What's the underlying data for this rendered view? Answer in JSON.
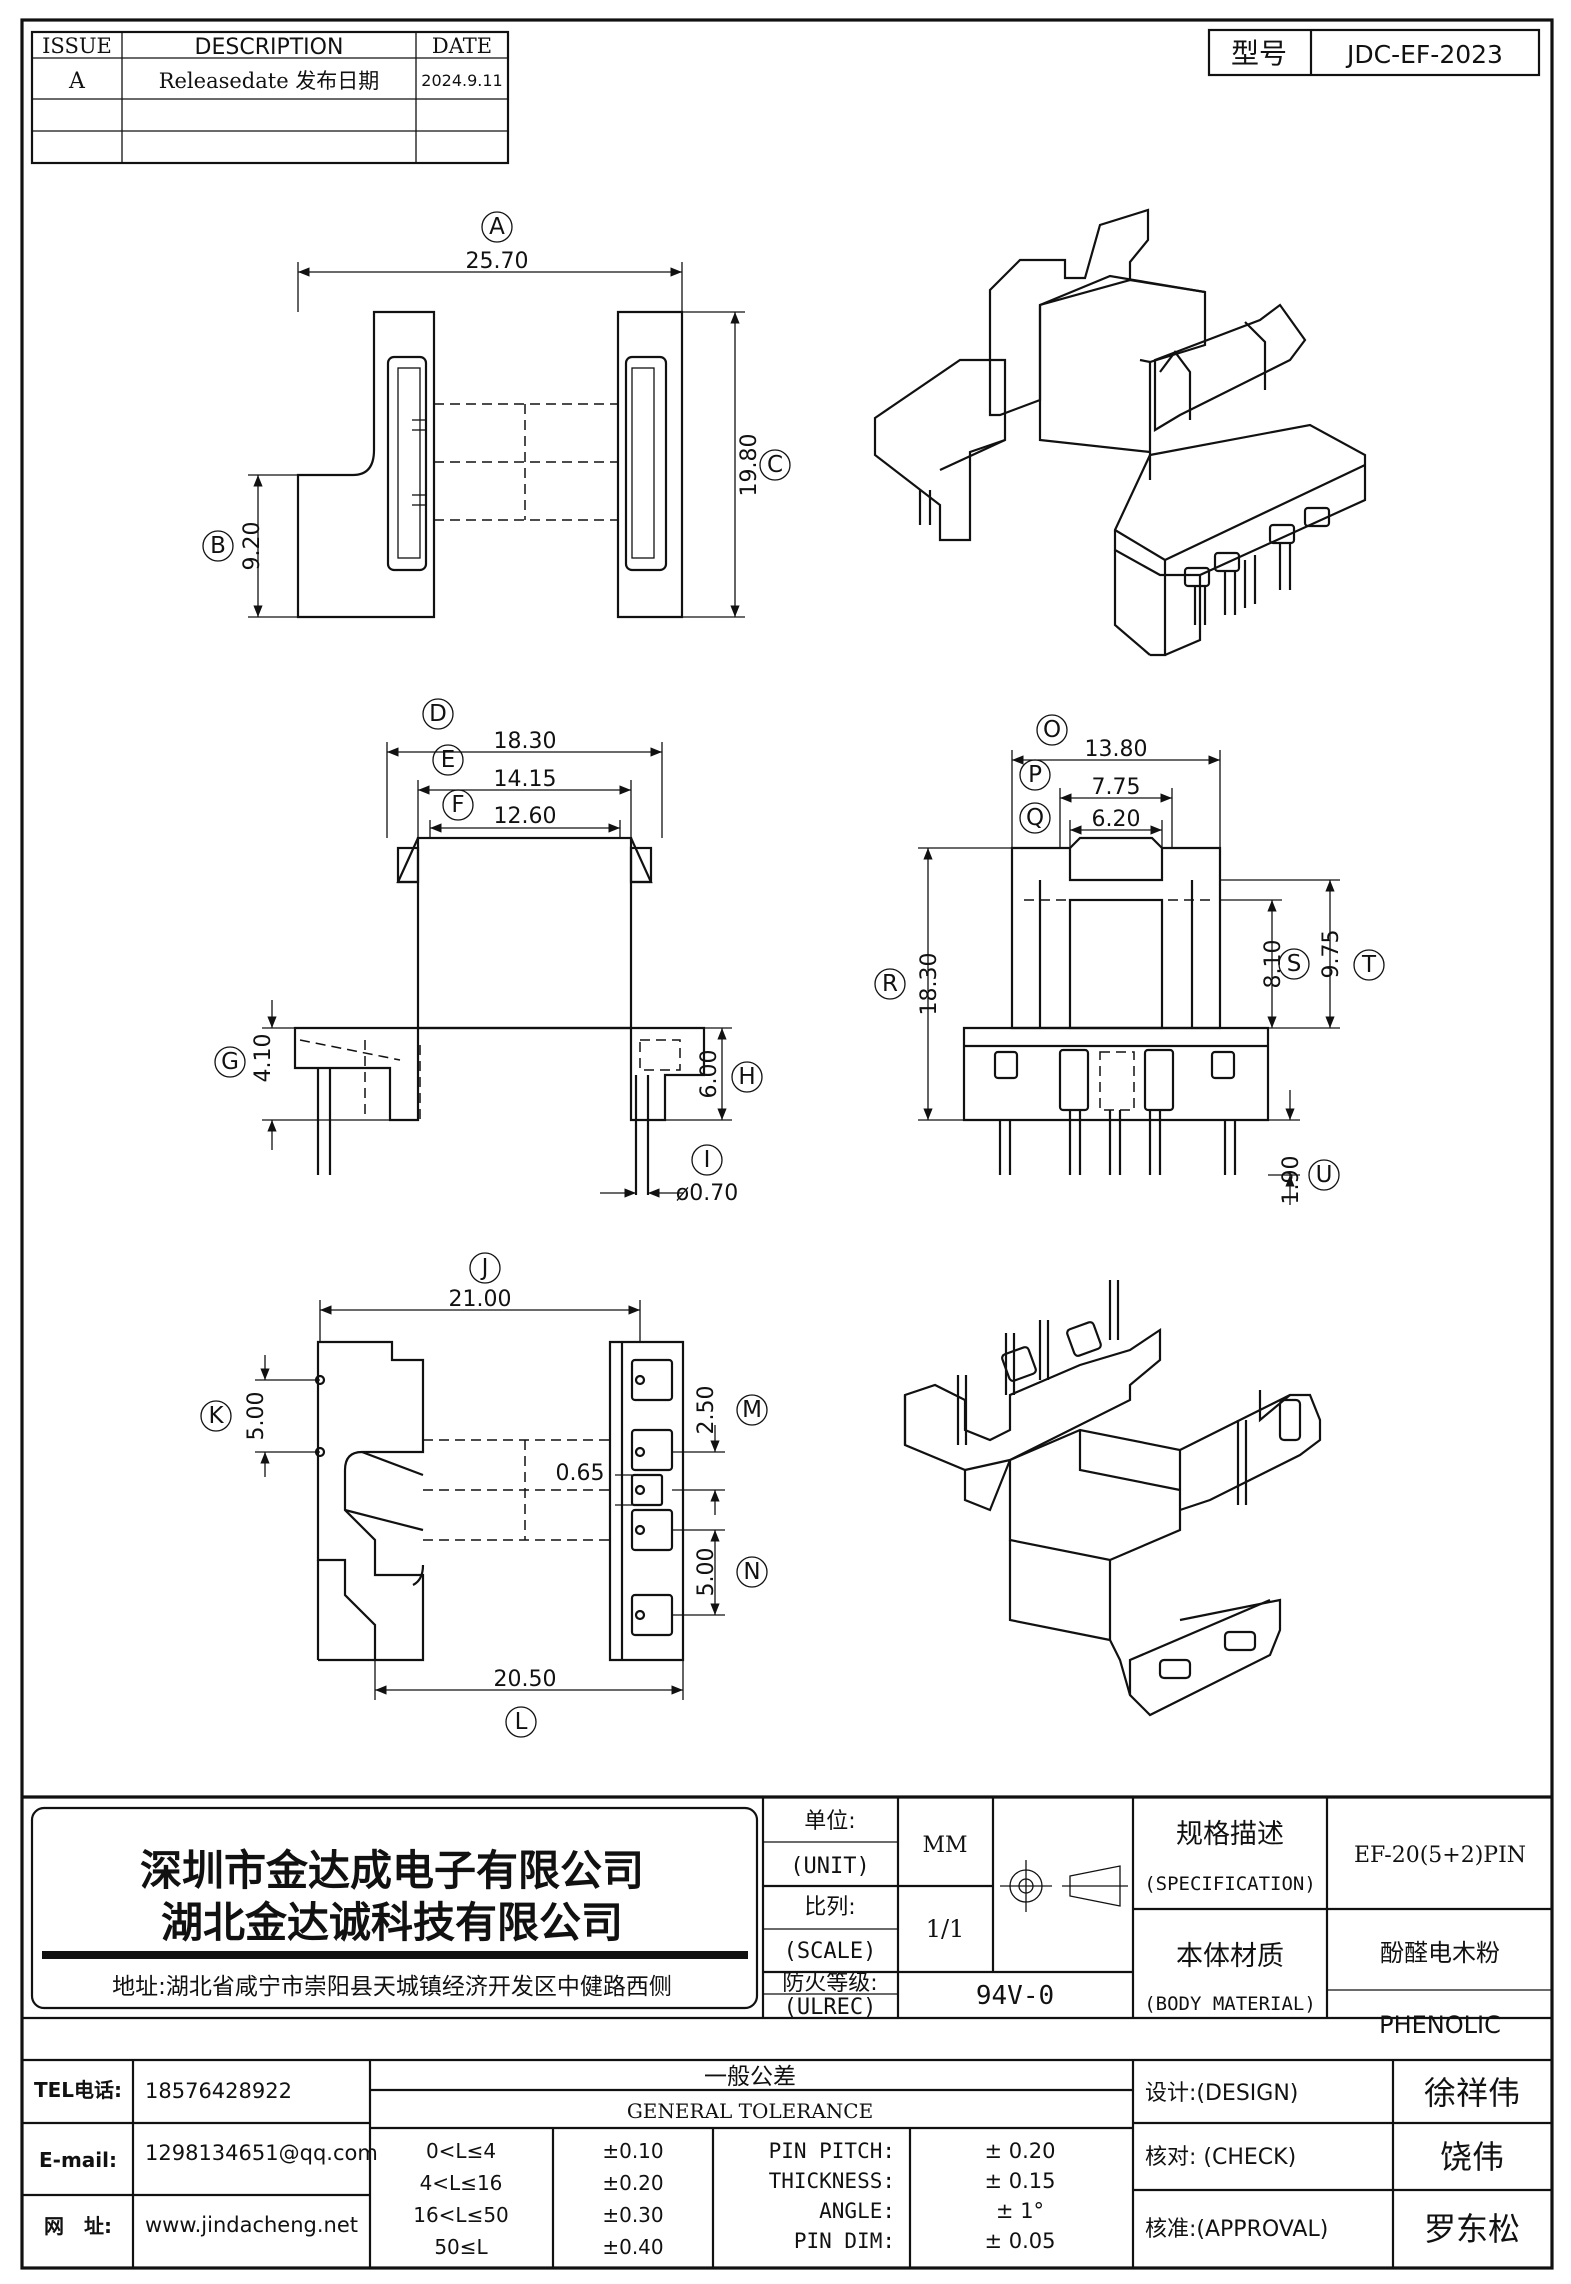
{
  "revision_table": {
    "headers": [
      "ISSUE",
      "DESCRIPTION",
      "DATE"
    ],
    "rows": [
      {
        "issue": "A",
        "description": "Releasedate 发布日期",
        "date": "2024.9.11"
      },
      {
        "issue": "",
        "description": "",
        "date": ""
      },
      {
        "issue": "",
        "description": "",
        "date": ""
      }
    ]
  },
  "model": {
    "label": "型号",
    "value": "JDC-EF-2023"
  },
  "balloons": [
    "A",
    "B",
    "C",
    "D",
    "E",
    "F",
    "G",
    "H",
    "I",
    "J",
    "K",
    "L",
    "M",
    "N",
    "O",
    "P",
    "Q",
    "R",
    "S",
    "T",
    "U"
  ],
  "dimensions": {
    "A": "25.70",
    "B": "9.20",
    "C": "19.80",
    "D": "18.30",
    "E": "14.15",
    "F": "12.60",
    "G": "4.10",
    "H": "6.00",
    "I": "ø0.70",
    "O": "13.80",
    "P": "7.75",
    "Q": "6.20",
    "R": "18.30",
    "S": "8.10",
    "T": "9.75",
    "U": "1.90",
    "J": "21.00",
    "K": "5.00",
    "L": "20.50",
    "M": "2.50",
    "M2": "0.65",
    "N": "5.00"
  },
  "company": {
    "name_1": "深圳市金达成电子有限公司",
    "name_2": "湖北金达诚科技有限公司",
    "address": "地址:湖北省咸宁市崇阳县天城镇经济开发区中健路西侧"
  },
  "title_block": {
    "unit_cn": "单位:",
    "unit_en": "(UNIT)",
    "unit_value": "MM",
    "scale_cn": "比列:",
    "scale_en": "(SCALE)",
    "scale_value": "1/1",
    "ulrec_cn": "防火等级:",
    "ulrec_en": "(ULREC)",
    "ulrec_value": "94V-0",
    "spec_cn": "规格描述",
    "spec_en": "(SPECIFICATION)",
    "spec_value": "EF-20(5+2)PIN",
    "material_cn": "本体材质",
    "material_en": "(BODY MATERIAL)",
    "material_value_cn": "酚醛电木粉",
    "material_value_en": "PHENOLIC"
  },
  "contact": {
    "tel_label": "TEL电话:",
    "tel": "18576428922",
    "email_label": "E-mail:",
    "email": "1298134651@qq.com",
    "web_label": "网　址:",
    "web": "www.jindacheng.net"
  },
  "tolerance": {
    "title_cn": "一般公差",
    "title_en": "GENERAL TOLERANCE",
    "ranges": [
      {
        "range": "0<L≤4",
        "tol": "±0.10"
      },
      {
        "range": "4<L≤16",
        "tol": "±0.20"
      },
      {
        "range": "16<L≤50",
        "tol": "±0.30"
      },
      {
        "range": "50≤L",
        "tol": "±0.40"
      }
    ],
    "specials": [
      {
        "label": "PIN PITCH:",
        "tol": "± 0.20"
      },
      {
        "label": "THICKNESS:",
        "tol": "± 0.15"
      },
      {
        "label": "ANGLE:",
        "tol": "± 1°"
      },
      {
        "label": "PIN DIM:",
        "tol": "± 0.05"
      }
    ]
  },
  "approvals": [
    {
      "label": "设计:(DESIGN)",
      "name": "徐祥伟"
    },
    {
      "label": "核对: (CHECK)",
      "name": "饶伟"
    },
    {
      "label": "核准:(APPROVAL)",
      "name": "罗东松"
    }
  ]
}
